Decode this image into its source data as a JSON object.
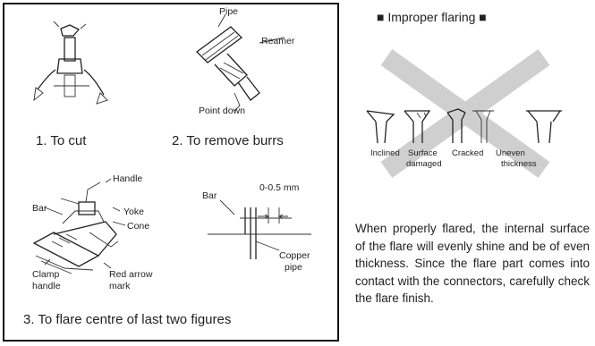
{
  "left_panel": {
    "step1": {
      "caption": "1. To cut"
    },
    "step2": {
      "caption": "2. To remove burrs",
      "labels": {
        "pipe": "Pipe",
        "reamer": "Reamer",
        "point_down": "Point down"
      }
    },
    "step3": {
      "caption": "3. To flare centre of last two figures",
      "labels": {
        "handle": "Handle",
        "bar_left": "Bar",
        "yoke": "Yoke",
        "cone": "Cone",
        "clamp_handle_1": "Clamp",
        "clamp_handle_2": "handle",
        "red_arrow_1": "Red arrow",
        "red_arrow_2": "mark",
        "bar_right": "Bar",
        "dimension": "0-0.5 mm",
        "copper_1": "Copper",
        "copper_2": "pipe"
      }
    }
  },
  "right_panel": {
    "heading": "■ Improper flaring ■",
    "defects": [
      {
        "line1": "Inclined",
        "line2": ""
      },
      {
        "line1": "Surface",
        "line2": "damaged"
      },
      {
        "line1": "Cracked",
        "line2": ""
      },
      {
        "line1": "Uneven",
        "line2": "thickness"
      }
    ],
    "description": "When properly flared, the internal surface of the flare will evenly shine and be of even thickness. Since the flare part comes into contact with the connectors, carefully check the flare finish."
  },
  "colors": {
    "cross": "#cfcfcf",
    "ink": "#222222"
  }
}
